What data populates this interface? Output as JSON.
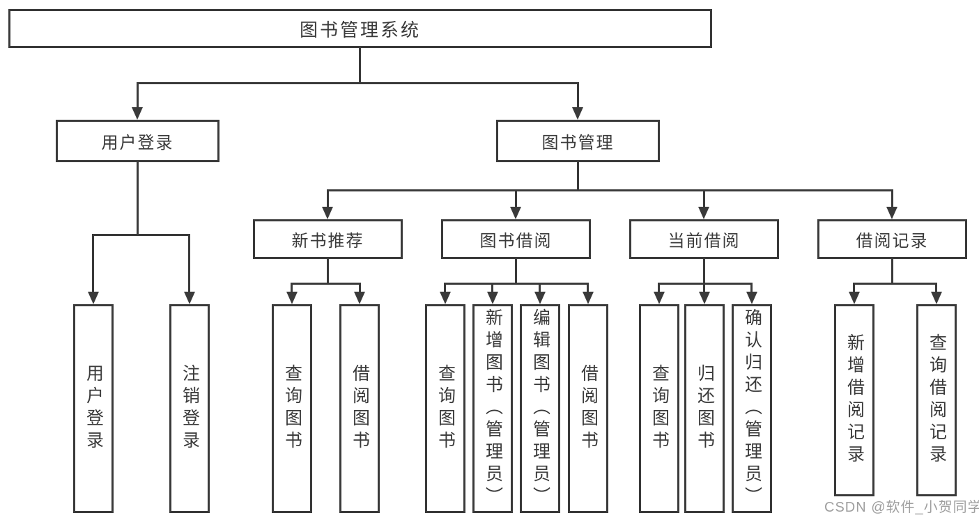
{
  "colors": {
    "line": "#3a3a3a",
    "text": "#3a3a3a",
    "watermark_color": "#9f9f9f",
    "background": "#ffffff"
  },
  "tree": {
    "root": {
      "label": "图书管理系统"
    },
    "branches": [
      {
        "label": "用户登录",
        "children": [
          {
            "label": "用户登录"
          },
          {
            "label": "注销登录"
          }
        ]
      },
      {
        "label": "图书管理",
        "children": [
          {
            "label": "新书推荐",
            "children": [
              {
                "label": "查询图书"
              },
              {
                "label": "借阅图书"
              }
            ]
          },
          {
            "label": "图书借阅",
            "children": [
              {
                "label": "查询图书"
              },
              {
                "label": "新增图书（管理员）"
              },
              {
                "label": "编辑图书（管理员）"
              },
              {
                "label": "借阅图书"
              }
            ]
          },
          {
            "label": "当前借阅",
            "children": [
              {
                "label": "查询图书"
              },
              {
                "label": "归还图书"
              },
              {
                "label": "确认归还（管理员）"
              }
            ]
          },
          {
            "label": "借阅记录",
            "children": [
              {
                "label": "新增借阅记录"
              },
              {
                "label": "查询借阅记录"
              }
            ]
          }
        ]
      }
    ]
  },
  "watermark": {
    "text": "CSDN @软件_小贺同学"
  }
}
